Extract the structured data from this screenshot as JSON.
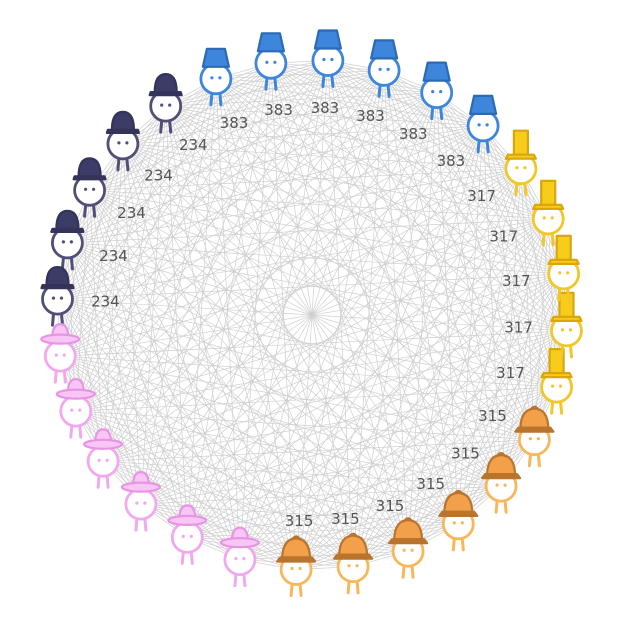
{
  "groups": [
    {
      "id": "orange-deerstalker",
      "hat": "deerstalker",
      "body_color": "#f7b75a",
      "hat_color": "#b9742d",
      "hat_fill": "#f2a04a",
      "count": 6,
      "label": "315"
    },
    {
      "id": "yellow-tophat",
      "hat": "tophat",
      "body_color": "#f1c72a",
      "hat_color": "#d9a60c",
      "hat_fill": "#f7cc1b",
      "count": 5,
      "label": "317"
    },
    {
      "id": "blue-bucket",
      "hat": "bucket",
      "body_color": "#3d86db",
      "hat_color": "#2c69b7",
      "hat_fill": "#3d86db",
      "count": 6,
      "label": "383"
    },
    {
      "id": "navy-bowler",
      "hat": "bowler",
      "body_color": "#4f4f78",
      "hat_color": "#34345a",
      "hat_fill": "#3c3c68",
      "count": 5,
      "label": "234"
    },
    {
      "id": "pink-sunhat",
      "hat": "sunhat",
      "body_color": "#f2a8ef",
      "hat_color": "#e894e4",
      "hat_fill": "#f7c6f4",
      "count": 6,
      "label": ""
    }
  ],
  "edge_color": "#cfcfcf"
}
